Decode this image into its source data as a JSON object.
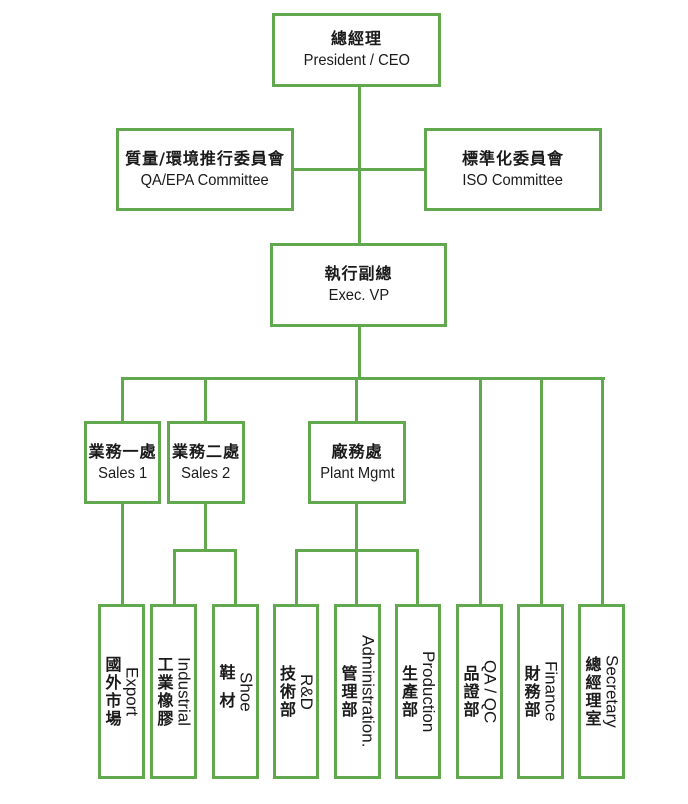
{
  "diagram": {
    "type": "org-chart",
    "line_color": "#62a84f",
    "top": {
      "ceo": {
        "zh": "總經理",
        "en": "President / CEO"
      },
      "qa_epa_committee": {
        "zh": "質量/環境推行委員會",
        "en": "QA/EPA Committee"
      },
      "iso_committee": {
        "zh": "標準化委員會",
        "en": "ISO Committee"
      },
      "exec_vp": {
        "zh": "執行副總",
        "en": "Exec. VP"
      }
    },
    "divisions": {
      "sales1": {
        "zh": "業務一處",
        "en": "Sales 1"
      },
      "sales2": {
        "zh": "業務二處",
        "en": "Sales 2"
      },
      "plant": {
        "zh": "廠務處",
        "en": "Plant Mgmt"
      }
    },
    "departments": [
      {
        "zh": "國外市場",
        "en": "Export",
        "parent": "Sales 1"
      },
      {
        "zh": "工業橡膠",
        "en": "Industrial",
        "parent": "Sales 2"
      },
      {
        "zh": "鞋材",
        "en": "Shoe",
        "parent": "Sales 2"
      },
      {
        "zh": "技術部",
        "en": "R&D",
        "parent": "Plant Mgmt"
      },
      {
        "zh": "管理部",
        "en": "Administration.",
        "parent": "Plant Mgmt"
      },
      {
        "zh": "生產部",
        "en": "Production",
        "parent": "Plant Mgmt"
      },
      {
        "zh": "品證部",
        "en": "QA / QC",
        "parent": "Exec. VP"
      },
      {
        "zh": "財務部",
        "en": "Finance",
        "parent": "Exec. VP"
      },
      {
        "zh": "總經理室",
        "en": "Secretary",
        "parent": "Exec. VP"
      }
    ]
  }
}
